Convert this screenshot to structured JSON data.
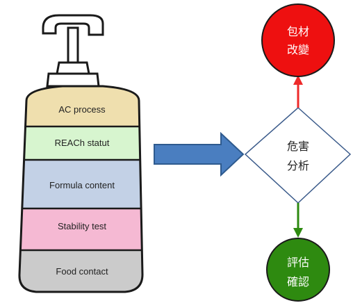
{
  "bottle": {
    "layers": [
      {
        "label": "AC process",
        "color": "#efdfae"
      },
      {
        "label": "REACh statut",
        "color": "#d7f5cf"
      },
      {
        "label": "Formula content",
        "color": "#c3d1e6"
      },
      {
        "label": "Stability test",
        "color": "#f5b9d3"
      },
      {
        "label": "Food contact",
        "color": "#cbcbcb"
      }
    ]
  },
  "flow": {
    "arrow_color": "#4a7ec0",
    "diamond_lines": [
      "危害",
      "分析"
    ],
    "top_circle": {
      "lines": [
        "包材",
        "改變"
      ],
      "color": "#ee1010"
    },
    "bottom_circle": {
      "lines": [
        "評估",
        "確認"
      ],
      "color": "#2e8a10"
    }
  }
}
